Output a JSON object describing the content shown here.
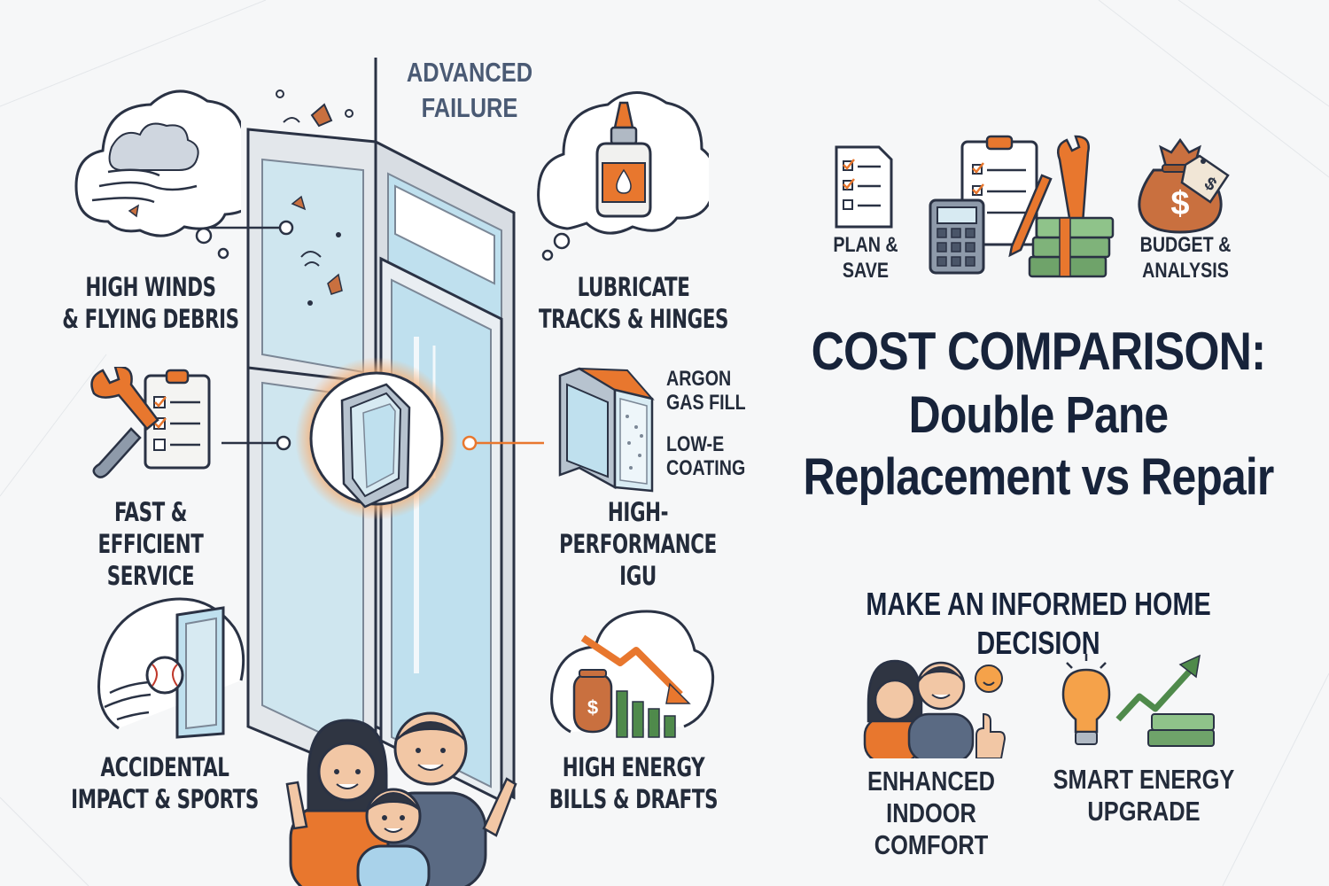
{
  "header": {
    "advanced_failure": [
      "ADVANCED",
      "FAILURE"
    ]
  },
  "left_column": {
    "high_winds": [
      "HIGH WINDS",
      "& FLYING DEBRIS"
    ],
    "fast_service": [
      "FAST &",
      "EFFICIENT SERVICE"
    ],
    "accidental": [
      "ACCIDENTAL",
      "IMPACT & SPORTS"
    ]
  },
  "middle_right_column": {
    "lubricate": [
      "LUBRICATE",
      "TRACKS & HINGES"
    ],
    "igu_tags": {
      "argon": [
        "ARGON",
        "GAS FILL"
      ],
      "lowe": [
        "LOW-E",
        "COATING"
      ]
    },
    "igu": [
      "HIGH-PERFORMANCE",
      "IGU"
    ],
    "energy_bills": [
      "HIGH ENERGY",
      "BILLS & DRAFTS"
    ]
  },
  "top_icons": {
    "plan": [
      "PLAN &",
      "SAVE"
    ],
    "budget": [
      "BUDGET &",
      "ANALYSIS"
    ]
  },
  "title": {
    "line1": "COST COMPARISON:",
    "line2": "Double Pane",
    "line3": "Replacement vs Repair"
  },
  "subtitle": "MAKE AN INFORMED HOME DECISION",
  "bottom_icons": {
    "comfort": [
      "ENHANCED",
      "INDOOR COMFORT"
    ],
    "smart": [
      "SMART ENERGY",
      "UPGRADE"
    ]
  },
  "colors": {
    "navy": "#17233a",
    "orange": "#e8772e",
    "glass": "#bfe0ee",
    "green": "#4f8a4b",
    "steel": "#56657d"
  },
  "icons": [
    "storm-cloud-icon",
    "wrench-checklist-icon",
    "baseball-window-icon",
    "oil-bottle-icon",
    "igu-cutaway-icon",
    "falling-chart-icon",
    "checklist-icon",
    "calculator-clipboard-icon",
    "money-bag-tag-icon",
    "family-icon",
    "lightbulb-growth-icon",
    "window-frame-illustration",
    "family-illustration"
  ]
}
